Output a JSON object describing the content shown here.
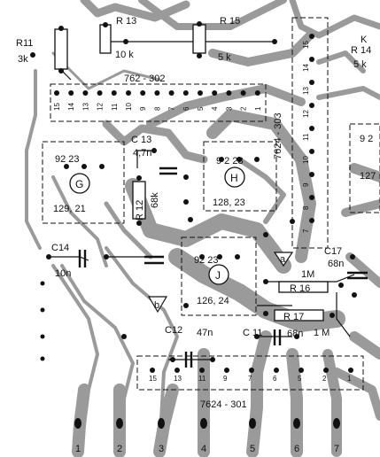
{
  "board": {
    "bg_color": "#ffffff",
    "copper_color": "#9a9a9a",
    "ink_color": "#111111"
  },
  "resistors": {
    "r11": {
      "ref": "R11",
      "value": "3k"
    },
    "r13": {
      "ref": "R 13",
      "value": "10 k"
    },
    "r15": {
      "ref": "R 15",
      "value": "5 k"
    },
    "r14": {
      "ref": "R 14",
      "value": "5 k"
    },
    "r12": {
      "ref": "R 12",
      "value": "68k"
    },
    "r16": {
      "ref": "R 16",
      "value": "1M"
    },
    "r17": {
      "ref": "R 17",
      "value": "1 M"
    }
  },
  "capacitors": {
    "c13": {
      "ref": "C 13",
      "value": "4,7n"
    },
    "c14": {
      "ref": "C14",
      "value": "10n"
    },
    "c12": {
      "ref": "C12",
      "value": "47n"
    },
    "c11": {
      "ref": "C 11",
      "value": "68n"
    },
    "c17": {
      "ref": "C17",
      "value": "68n"
    }
  },
  "transistors": {
    "g": {
      "letter": "G",
      "type": "92 23",
      "sub": "129, 21"
    },
    "h": {
      "letter": "H",
      "type": "9 2 23",
      "sub": "128, 23"
    },
    "j": {
      "letter": "J",
      "type": "92 23",
      "sub": "126, 24"
    },
    "right": {
      "type": "9 2",
      "sub": "127"
    }
  },
  "ics": {
    "top": {
      "label": "762 - 302",
      "pins": [
        "15",
        "14",
        "13",
        "12",
        "11",
        "10",
        "9",
        "8",
        "7",
        "6",
        "5",
        "4",
        "3",
        "2",
        "1"
      ]
    },
    "bottom": {
      "label": "7624 - 301",
      "pins": [
        "15",
        "13",
        "11",
        "9",
        "7",
        "6",
        "5",
        "2",
        "1"
      ]
    },
    "right": {
      "label": "7624 - 303",
      "pins": [
        "15",
        "14",
        "13",
        "12",
        "11",
        "10",
        "9",
        "8",
        "7"
      ]
    }
  },
  "test_points": {
    "a": "a",
    "b": "b"
  },
  "connector_pins": [
    "1",
    "2",
    "3",
    "4",
    "5",
    "6",
    "7"
  ],
  "partial_text": {
    "top_right": "K"
  }
}
